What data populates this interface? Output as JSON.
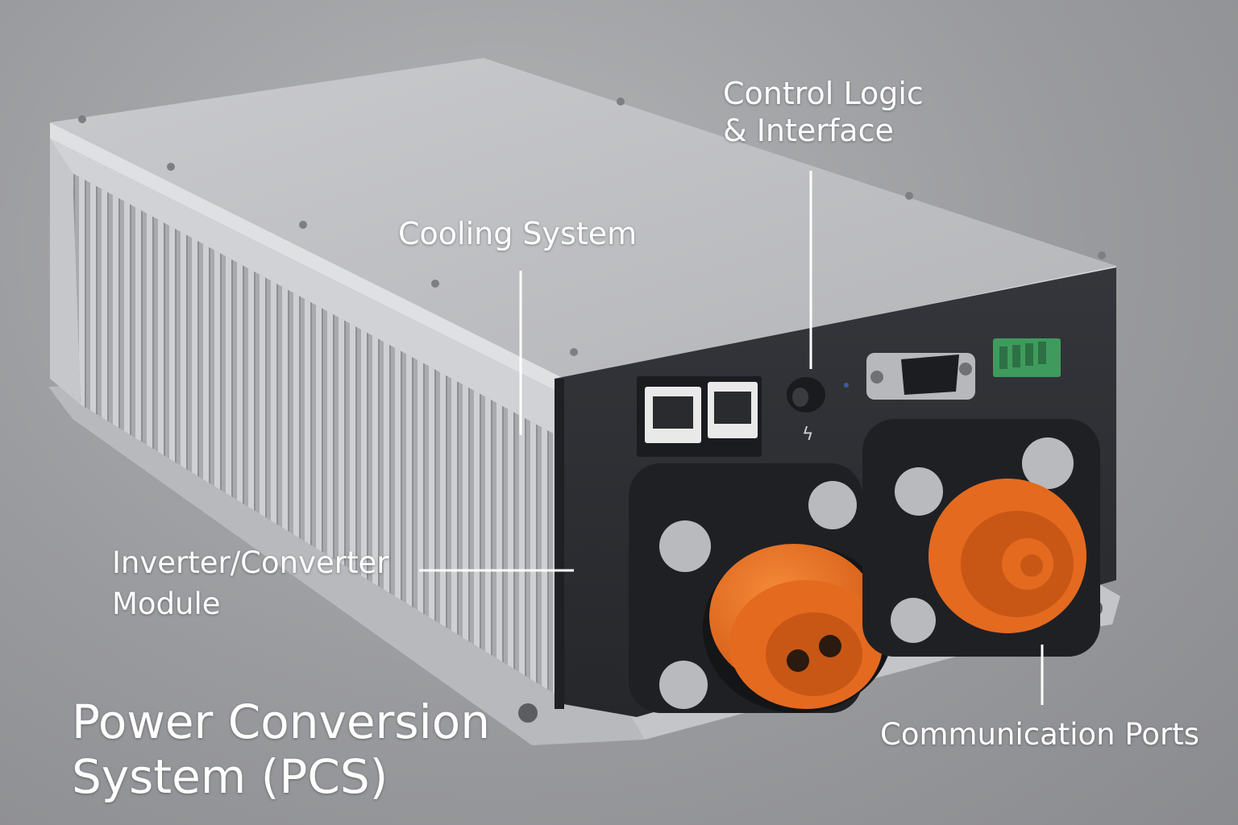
{
  "labels": {
    "control_logic": [
      "Control Logic",
      "& Interface"
    ],
    "cooling_system": "Cooling System",
    "inverter_converter": [
      "Inverter/Converter",
      "Module"
    ],
    "communication_ports": "Communication Ports"
  },
  "title": [
    "Power Conversion",
    "System (PCS)"
  ],
  "colors": {
    "background": "#9fa0a3",
    "housing_top": "#c2c3c6",
    "housing_edge": "#d4d5d8",
    "heatsink_fins": "#b9babd",
    "front_panel": "#2b2d31",
    "connector_orange": "#e46a1f",
    "terminal_block_green": "#3f9b5d"
  }
}
